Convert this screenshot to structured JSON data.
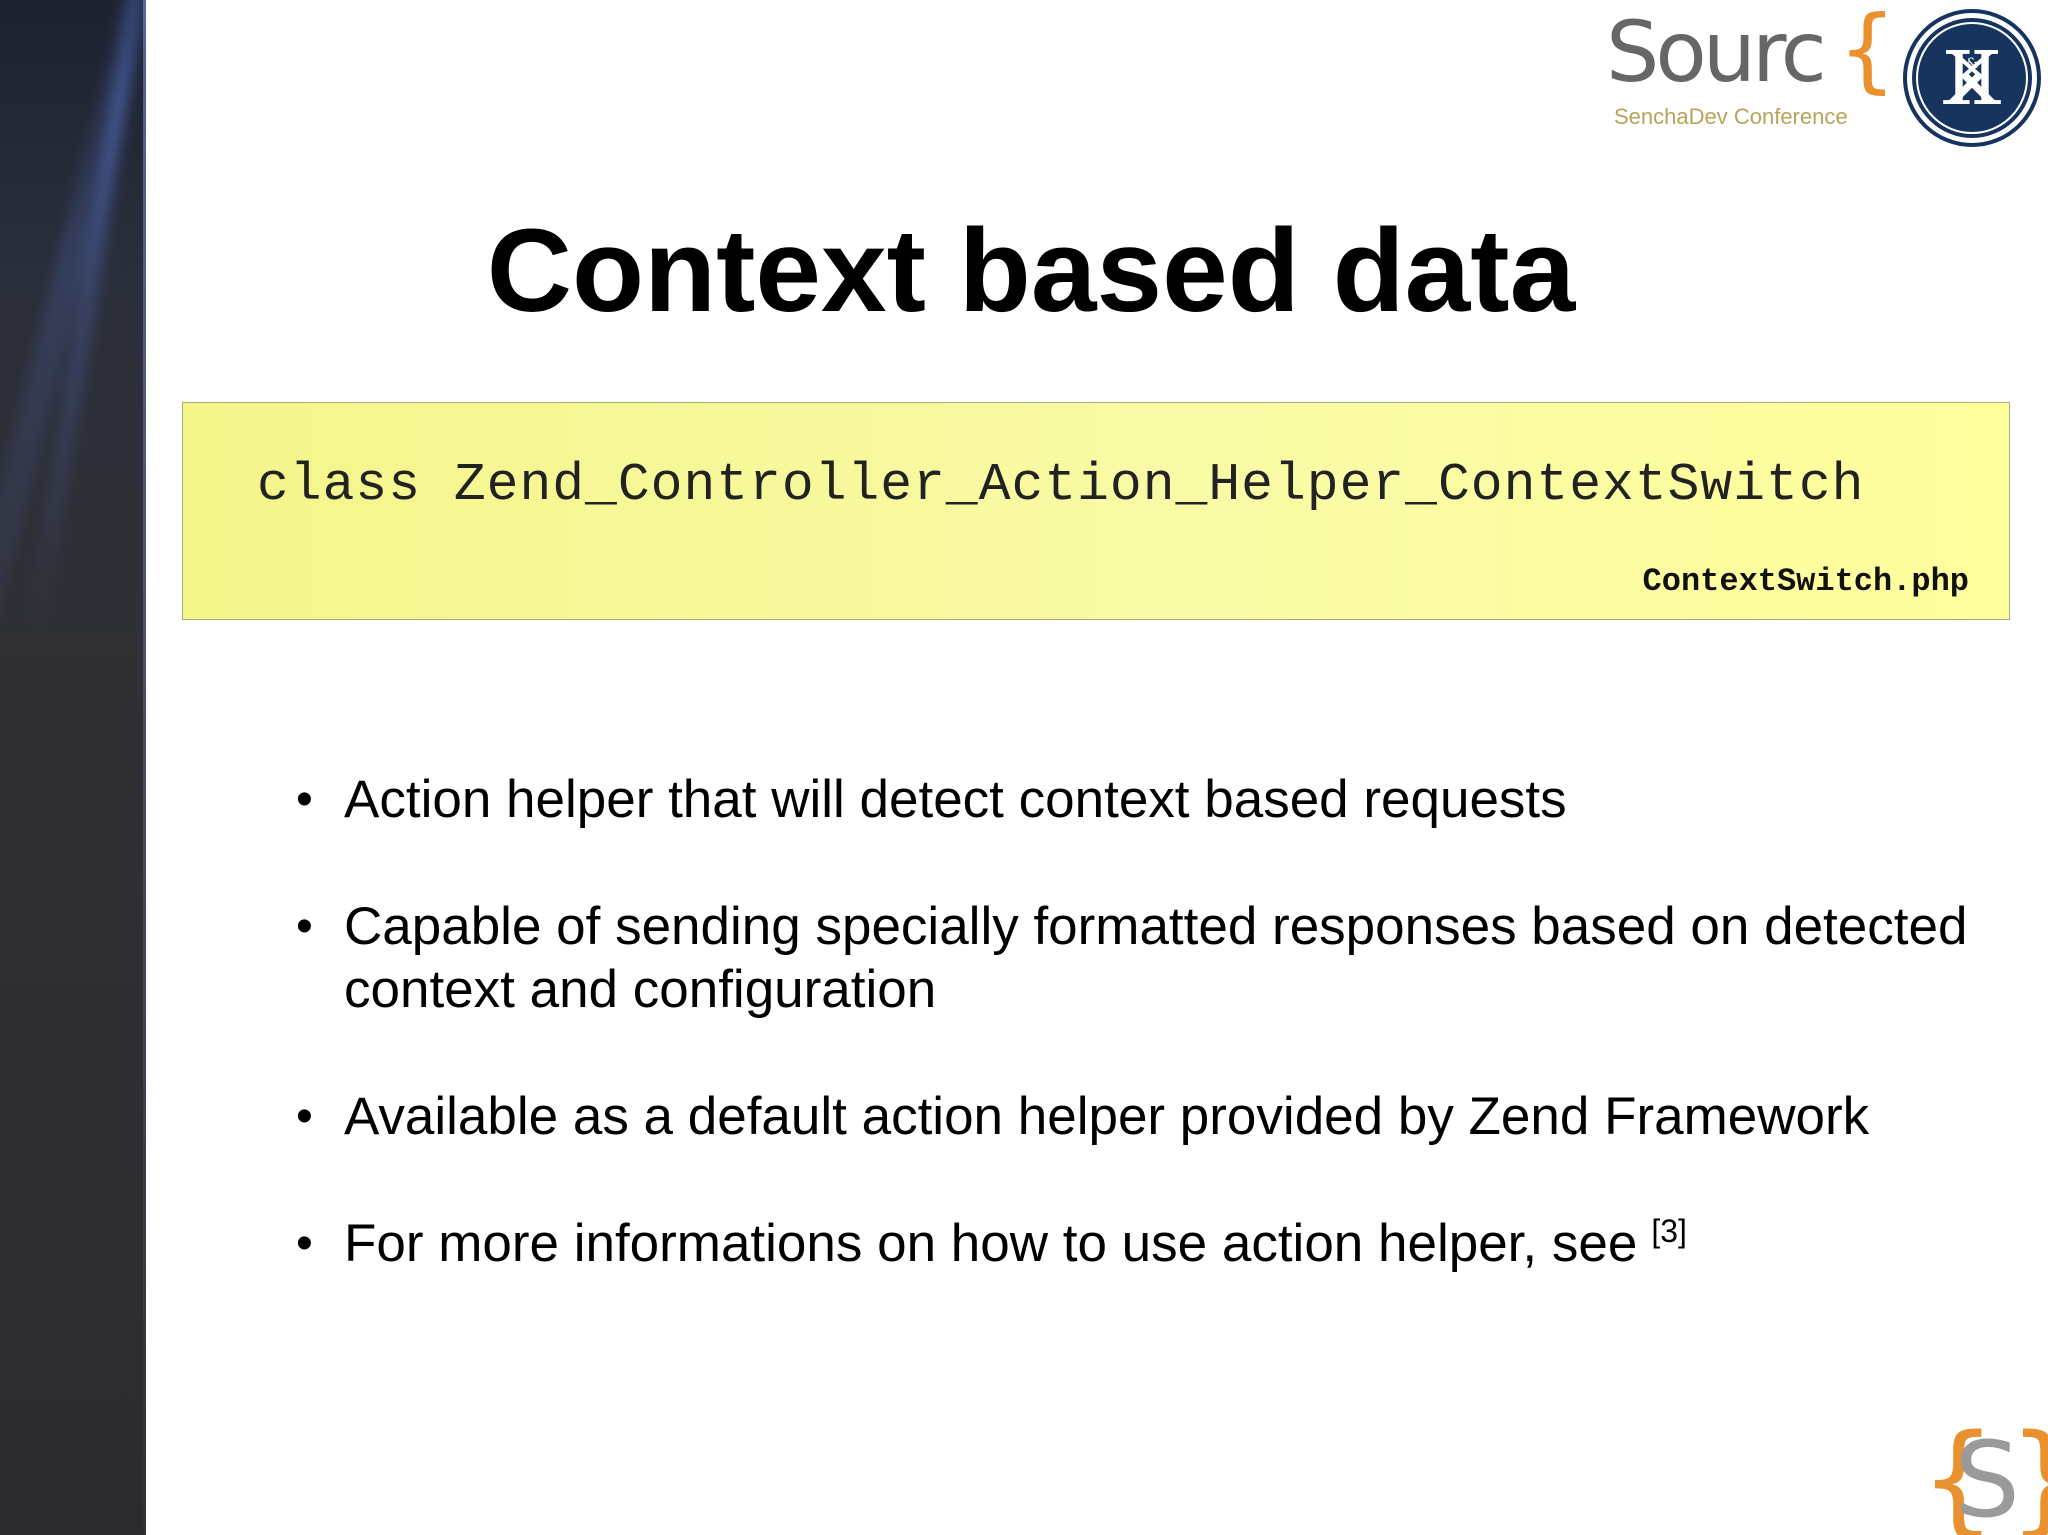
{
  "slide": {
    "title": "Context based data",
    "code": {
      "line": "class Zend_Controller_Action_Helper_ContextSwitch",
      "filename": "ContextSwitch.php"
    },
    "bullets": [
      {
        "text": "Action helper that will detect context based requests"
      },
      {
        "text": "Capable of sending specially formatted responses based on detected context and configuration"
      },
      {
        "text": "Available as a default action helper provided by Zend Framework"
      },
      {
        "text": "For more informations on how to use action helper, see",
        "ref": "[3]"
      }
    ]
  },
  "logos": {
    "source": {
      "word": "Sourc",
      "brace": "{",
      "subtitle": "SenchaDev Conference"
    },
    "kk_monogram": "K&K",
    "corner_mark": "{S}"
  },
  "colors": {
    "code_background": "#f9faa6",
    "accent_orange": "#e8912e",
    "badge_navy": "#17345f",
    "side_band": "#2c2c2e"
  }
}
